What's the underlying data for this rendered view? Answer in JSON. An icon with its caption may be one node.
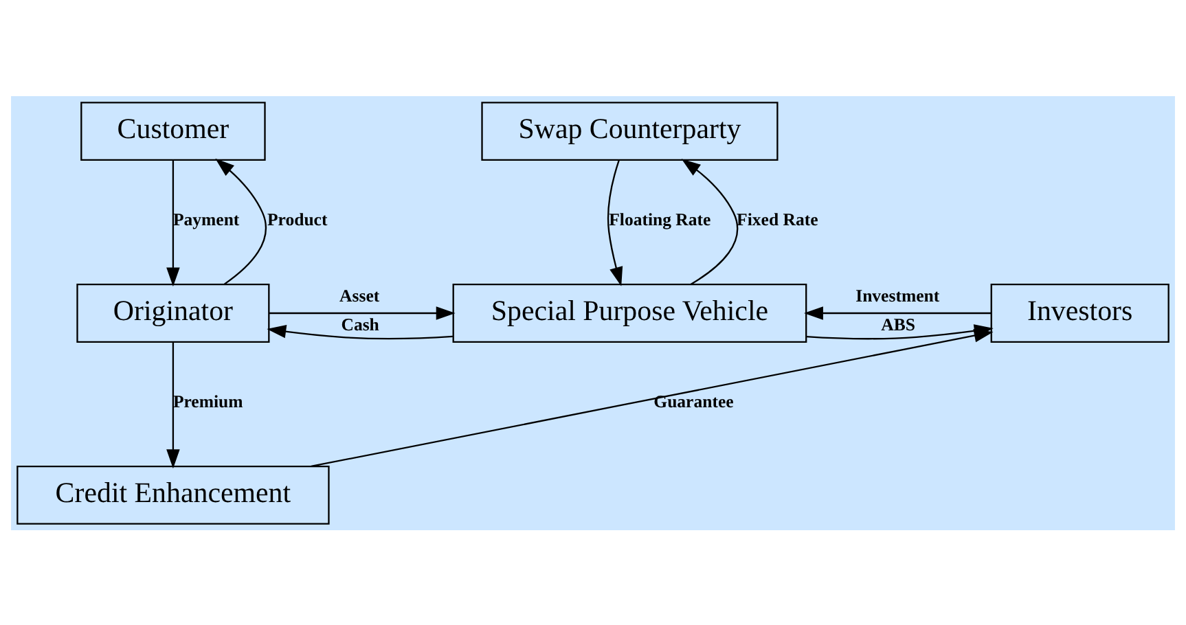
{
  "diagram": {
    "nodes": [
      {
        "text": [
          "Customer"
        ]
      },
      {
        "text": [
          "Swap Counterparty"
        ]
      },
      {
        "text": [
          "Originator"
        ]
      },
      {
        "text": [
          "Special Purpose Vehicle"
        ]
      },
      {
        "text": [
          "Investors"
        ]
      },
      {
        "text": [
          "Credit Enhancement"
        ]
      }
    ],
    "edges": [
      {
        "from": 2,
        "to": 0,
        "arrow": "to",
        "label": "Product"
      },
      {
        "from": 0,
        "to": 2,
        "arrow": "to",
        "label": "Payment"
      },
      {
        "from": 3,
        "to": 1,
        "arrow": "to",
        "label": "Fixed Rate"
      },
      {
        "from": 1,
        "to": 3,
        "arrow": "to",
        "label": "Floating Rate"
      },
      {
        "from": 2,
        "to": 3,
        "arrow": "to",
        "label": "Asset"
      },
      {
        "from": 3,
        "to": 2,
        "arrow": "to",
        "label": "Cash"
      },
      {
        "from": 4,
        "to": 3,
        "arrow": "to",
        "label": "Investment"
      },
      {
        "from": 3,
        "to": 4,
        "arrow": "to",
        "label": "ABS"
      },
      {
        "from": 2,
        "to": 5,
        "arrow": "to",
        "label": "Premium"
      },
      {
        "from": 5,
        "to": 4,
        "arrow": "to",
        "label": "Guarantee"
      }
    ]
  }
}
